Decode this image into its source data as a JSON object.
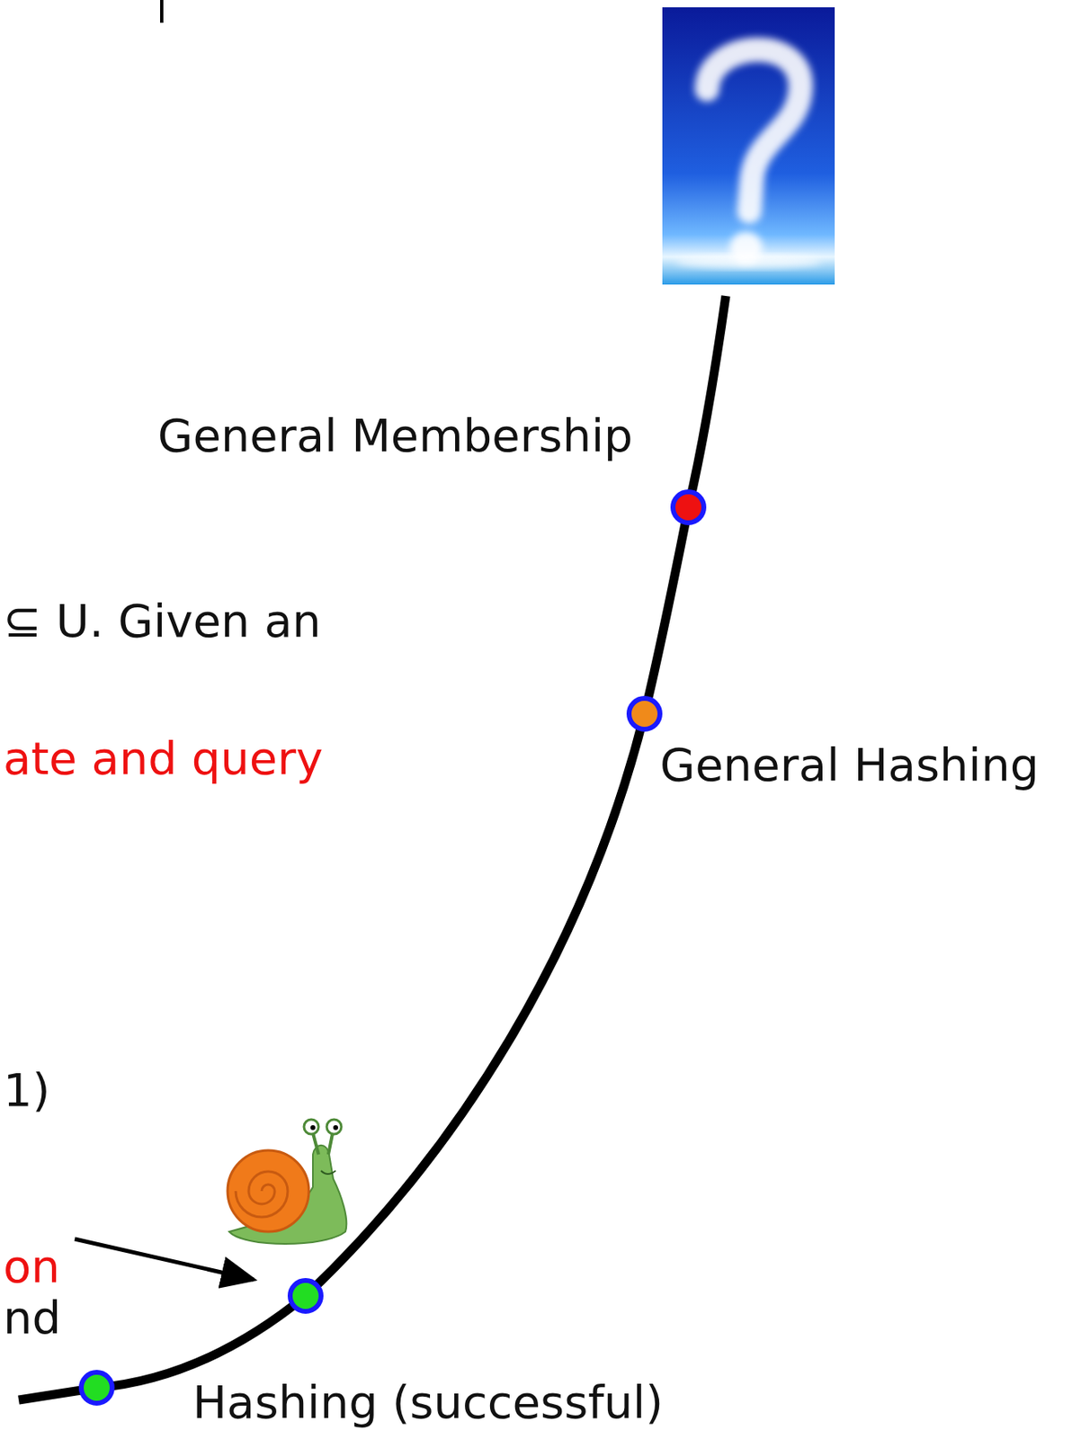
{
  "diagram": {
    "labels": [
      "General Membership",
      "⊆ U. Given an",
      "ate and query",
      "General Hashing",
      "1)",
      "on",
      "nd",
      "Hashing (successful)"
    ]
  }
}
